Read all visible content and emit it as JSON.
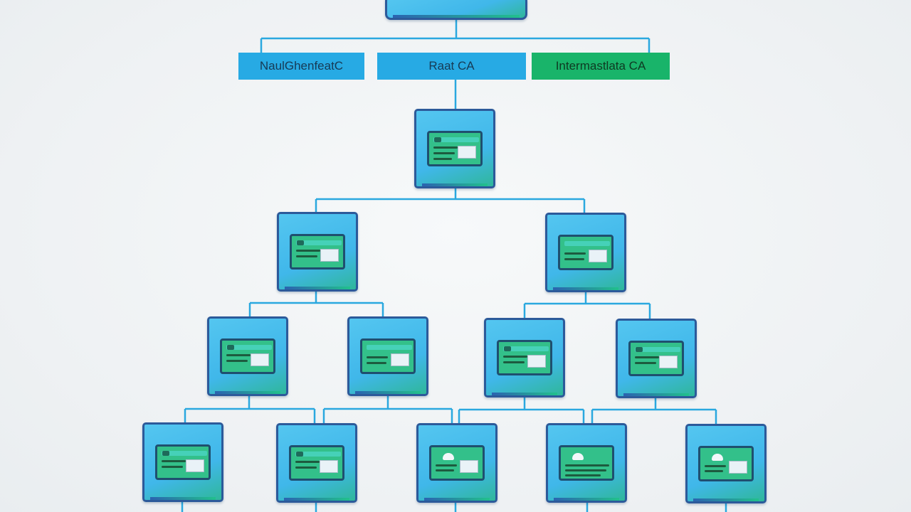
{
  "labels": [
    {
      "id": "label-left",
      "text": "NaulGhenfeatC"
    },
    {
      "id": "label-center",
      "text": "Raat CA"
    },
    {
      "id": "label-right",
      "text": "Intermastlata CA"
    }
  ],
  "colors": {
    "connector": "#2aa8df",
    "label_blue": "#27aae4",
    "label_green": "#19b46a",
    "node_border": "#2c5a9a",
    "node_fill": "#40b7ea",
    "card_fill": "#33c08a"
  },
  "hierarchy": {
    "root": "label-center",
    "levels": [
      {
        "level": 1,
        "nodes": [
          "cert-1"
        ]
      },
      {
        "level": 2,
        "nodes": [
          "cert-2a",
          "cert-2b"
        ]
      },
      {
        "level": 3,
        "nodes": [
          "cert-3a",
          "cert-3b",
          "cert-3c",
          "cert-3d"
        ]
      },
      {
        "level": 4,
        "nodes": [
          "cert-4a",
          "cert-4b",
          "cert-4c",
          "cert-4d",
          "cert-4e"
        ]
      }
    ]
  },
  "icons": {
    "certificate": "certificate-card-icon",
    "certificate_cloud": "cloud-certificate-card-icon"
  }
}
